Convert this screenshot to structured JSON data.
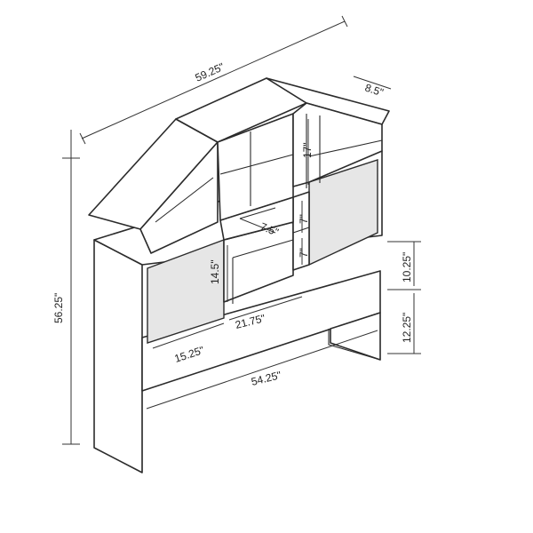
{
  "dimensions": {
    "overall_width": "59.25\"",
    "depth": "8.5\"",
    "overall_height": "56.25\"",
    "top_shelf_height": "17\"",
    "small_shelf_depth": "7.5\"",
    "right_upper_cubby": "7\"",
    "right_lower_cubby": "7\"",
    "center_cubby_height": "14.5\"",
    "center_width": "21.75\"",
    "side_door_width": "15.25\"",
    "inner_width": "54.25\"",
    "upper_leg_height": "10.25\"",
    "lower_leg_height": "12.25\""
  },
  "colors": {
    "line": "#2b2b2b",
    "glass": "#e6e6e6",
    "speckle": "#333333"
  }
}
